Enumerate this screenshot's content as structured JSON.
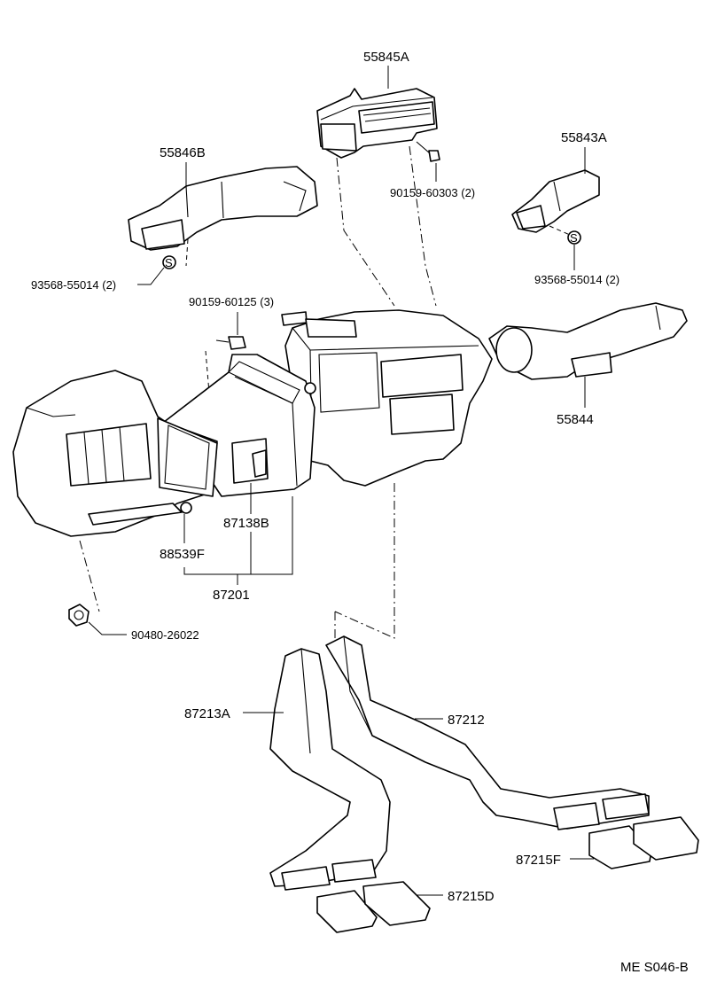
{
  "diagram": {
    "labels": {
      "p55845A": "55845A",
      "p55846B": "55846B",
      "p55843A": "55843A",
      "p90159_60303": "90159-60303 (2)",
      "p93568_55014_left": "93568-55014 (2)",
      "p93568_55014_right": "93568-55014 (2)",
      "p90159_60125": "90159-60125 (3)",
      "p55844": "55844",
      "p87138B": "87138B",
      "p88539F": "88539F",
      "p87201": "87201",
      "p90480_26022": "90480-26022",
      "p87213A": "87213A",
      "p87212": "87212",
      "p87215F": "87215F",
      "p87215D": "87215D",
      "drawing_code": "ME S046-B",
      "clip_symbol": "S"
    }
  }
}
